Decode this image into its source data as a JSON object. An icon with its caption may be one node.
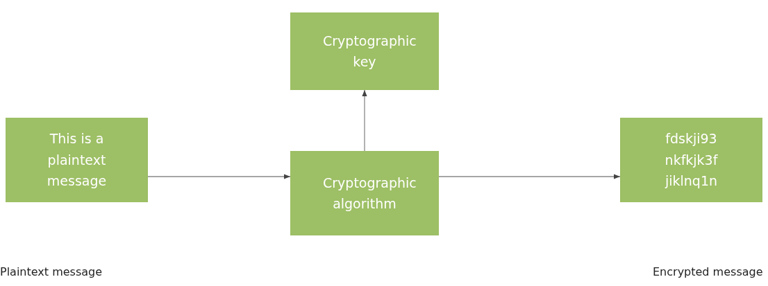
{
  "diagram": {
    "nodes": [
      {
        "text": [
          "This is a plaintext message"
        ]
      },
      {
        "text": [
          "Cryptographic key"
        ]
      },
      {
        "text": [
          "Cryptographic algorithm"
        ]
      },
      {
        "text": [
          "fdskji93 nkfkjk3f jiklnq1n"
        ]
      }
    ],
    "edges": [
      {
        "from": 0,
        "to": 2,
        "arrow": "to"
      },
      {
        "from": 2,
        "to": 1,
        "arrow": "to"
      },
      {
        "from": 2,
        "to": 3,
        "arrow": "to"
      }
    ],
    "labels": [
      "Plaintext message",
      "Encrypted message"
    ]
  }
}
